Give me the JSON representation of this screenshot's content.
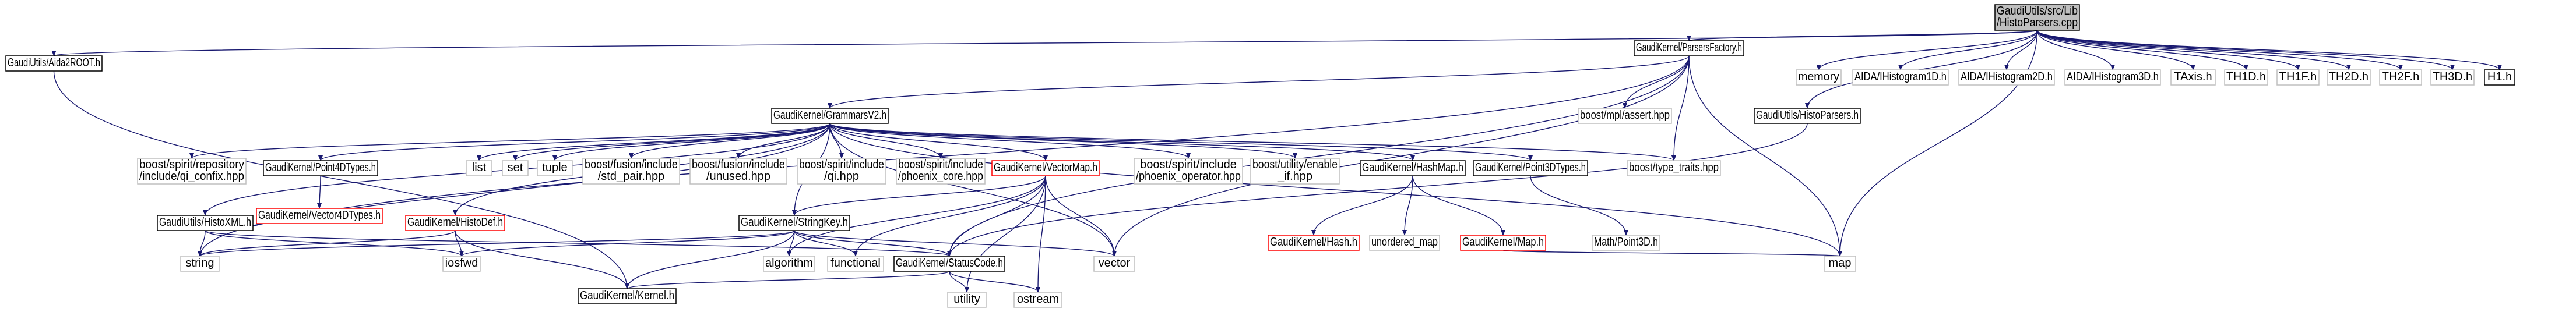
{
  "diagram": {
    "colors": {
      "edge": "#191970",
      "node_border": "#000000",
      "node_border_red": "#ff0000",
      "node_border_gray": "#bfbfbf",
      "root_fill": "#bfbfbf",
      "node_fill": "#ffffff",
      "text": "#000000"
    },
    "nodes": [
      {
        "id": "root",
        "lines": [
          "GaudiUtils/src/Lib",
          "/HistoParsers.cpp"
        ],
        "style": "root"
      },
      {
        "id": "aida2root",
        "lines": [
          "GaudiUtils/Aida2ROOT.h"
        ],
        "style": "normal"
      },
      {
        "id": "parsersfactory",
        "lines": [
          "GaudiKernel/ParsersFactory.h"
        ],
        "style": "normal"
      },
      {
        "id": "memory",
        "lines": [
          "memory"
        ],
        "style": "gray"
      },
      {
        "id": "aidah1d",
        "lines": [
          "AIDA/IHistogram1D.h"
        ],
        "style": "gray"
      },
      {
        "id": "aidah2d",
        "lines": [
          "AIDA/IHistogram2D.h"
        ],
        "style": "gray"
      },
      {
        "id": "aidah3d",
        "lines": [
          "AIDA/IHistogram3D.h"
        ],
        "style": "gray"
      },
      {
        "id": "taxis",
        "lines": [
          "TAxis.h"
        ],
        "style": "gray"
      },
      {
        "id": "th1d",
        "lines": [
          "TH1D.h"
        ],
        "style": "gray"
      },
      {
        "id": "th1f",
        "lines": [
          "TH1F.h"
        ],
        "style": "gray"
      },
      {
        "id": "th2d",
        "lines": [
          "TH2D.h"
        ],
        "style": "gray"
      },
      {
        "id": "th2f",
        "lines": [
          "TH2F.h"
        ],
        "style": "gray"
      },
      {
        "id": "th3d",
        "lines": [
          "TH3D.h"
        ],
        "style": "gray"
      },
      {
        "id": "h1h",
        "lines": [
          "H1.h"
        ],
        "style": "normal"
      },
      {
        "id": "grammars",
        "lines": [
          "GaudiKernel/GrammarsV2.h"
        ],
        "style": "normal"
      },
      {
        "id": "mplassert",
        "lines": [
          "boost/mpl/assert.hpp"
        ],
        "style": "gray"
      },
      {
        "id": "histoparsers",
        "lines": [
          "GaudiUtils/HistoParsers.h"
        ],
        "style": "normal"
      },
      {
        "id": "repo",
        "lines": [
          "boost/spirit/repository",
          "/include/qi_confix.hpp"
        ],
        "style": "gray"
      },
      {
        "id": "point4d",
        "lines": [
          "GaudiKernel/Point4DTypes.h"
        ],
        "style": "normal"
      },
      {
        "id": "list",
        "lines": [
          "list"
        ],
        "style": "gray"
      },
      {
        "id": "set",
        "lines": [
          "set"
        ],
        "style": "gray"
      },
      {
        "id": "tuple",
        "lines": [
          "tuple"
        ],
        "style": "gray"
      },
      {
        "id": "fusionstd",
        "lines": [
          "boost/fusion/include",
          "/std_pair.hpp"
        ],
        "style": "gray"
      },
      {
        "id": "fusionunused",
        "lines": [
          "boost/fusion/include",
          "/unused.hpp"
        ],
        "style": "gray"
      },
      {
        "id": "spiritqi",
        "lines": [
          "boost/spirit/include",
          "/qi.hpp"
        ],
        "style": "gray"
      },
      {
        "id": "phoenixcore",
        "lines": [
          "boost/spirit/include",
          "/phoenix_core.hpp"
        ],
        "style": "gray"
      },
      {
        "id": "vectormap",
        "lines": [
          "GaudiKernel/VectorMap.h"
        ],
        "style": "red"
      },
      {
        "id": "phoenixop",
        "lines": [
          "boost/spirit/include",
          "/phoenix_operator.hpp"
        ],
        "style": "gray"
      },
      {
        "id": "enableif",
        "lines": [
          "boost/utility/enable",
          "_if.hpp"
        ],
        "style": "gray"
      },
      {
        "id": "hashmap",
        "lines": [
          "GaudiKernel/HashMap.h"
        ],
        "style": "normal"
      },
      {
        "id": "point3d",
        "lines": [
          "GaudiKernel/Point3DTypes.h"
        ],
        "style": "normal"
      },
      {
        "id": "typetraits",
        "lines": [
          "boost/type_traits.hpp"
        ],
        "style": "gray"
      },
      {
        "id": "vector4d",
        "lines": [
          "GaudiKernel/Vector4DTypes.h"
        ],
        "style": "red"
      },
      {
        "id": "histoxml",
        "lines": [
          "GaudiUtils/HistoXML.h"
        ],
        "style": "normal"
      },
      {
        "id": "histodef",
        "lines": [
          "GaudiKernel/HistoDef.h"
        ],
        "style": "red"
      },
      {
        "id": "stringkey",
        "lines": [
          "GaudiKernel/StringKey.h"
        ],
        "style": "normal"
      },
      {
        "id": "hash",
        "lines": [
          "GaudiKernel/Hash.h"
        ],
        "style": "red"
      },
      {
        "id": "unordered",
        "lines": [
          "unordered_map"
        ],
        "style": "gray"
      },
      {
        "id": "gkmap",
        "lines": [
          "GaudiKernel/Map.h"
        ],
        "style": "red"
      },
      {
        "id": "mathpoint",
        "lines": [
          "Math/Point3D.h"
        ],
        "style": "gray"
      },
      {
        "id": "string",
        "lines": [
          "string"
        ],
        "style": "gray"
      },
      {
        "id": "iosfwd",
        "lines": [
          "iosfwd"
        ],
        "style": "gray"
      },
      {
        "id": "algorithm",
        "lines": [
          "algorithm"
        ],
        "style": "gray"
      },
      {
        "id": "functional",
        "lines": [
          "functional"
        ],
        "style": "gray"
      },
      {
        "id": "statuscode",
        "lines": [
          "GaudiKernel/StatusCode.h"
        ],
        "style": "normal"
      },
      {
        "id": "vector",
        "lines": [
          "vector"
        ],
        "style": "gray"
      },
      {
        "id": "map",
        "lines": [
          "map"
        ],
        "style": "gray"
      },
      {
        "id": "kernel",
        "lines": [
          "GaudiKernel/Kernel.h"
        ],
        "style": "normal"
      },
      {
        "id": "utility",
        "lines": [
          "utility"
        ],
        "style": "gray"
      },
      {
        "id": "ostream",
        "lines": [
          "ostream"
        ],
        "style": "gray"
      }
    ]
  }
}
